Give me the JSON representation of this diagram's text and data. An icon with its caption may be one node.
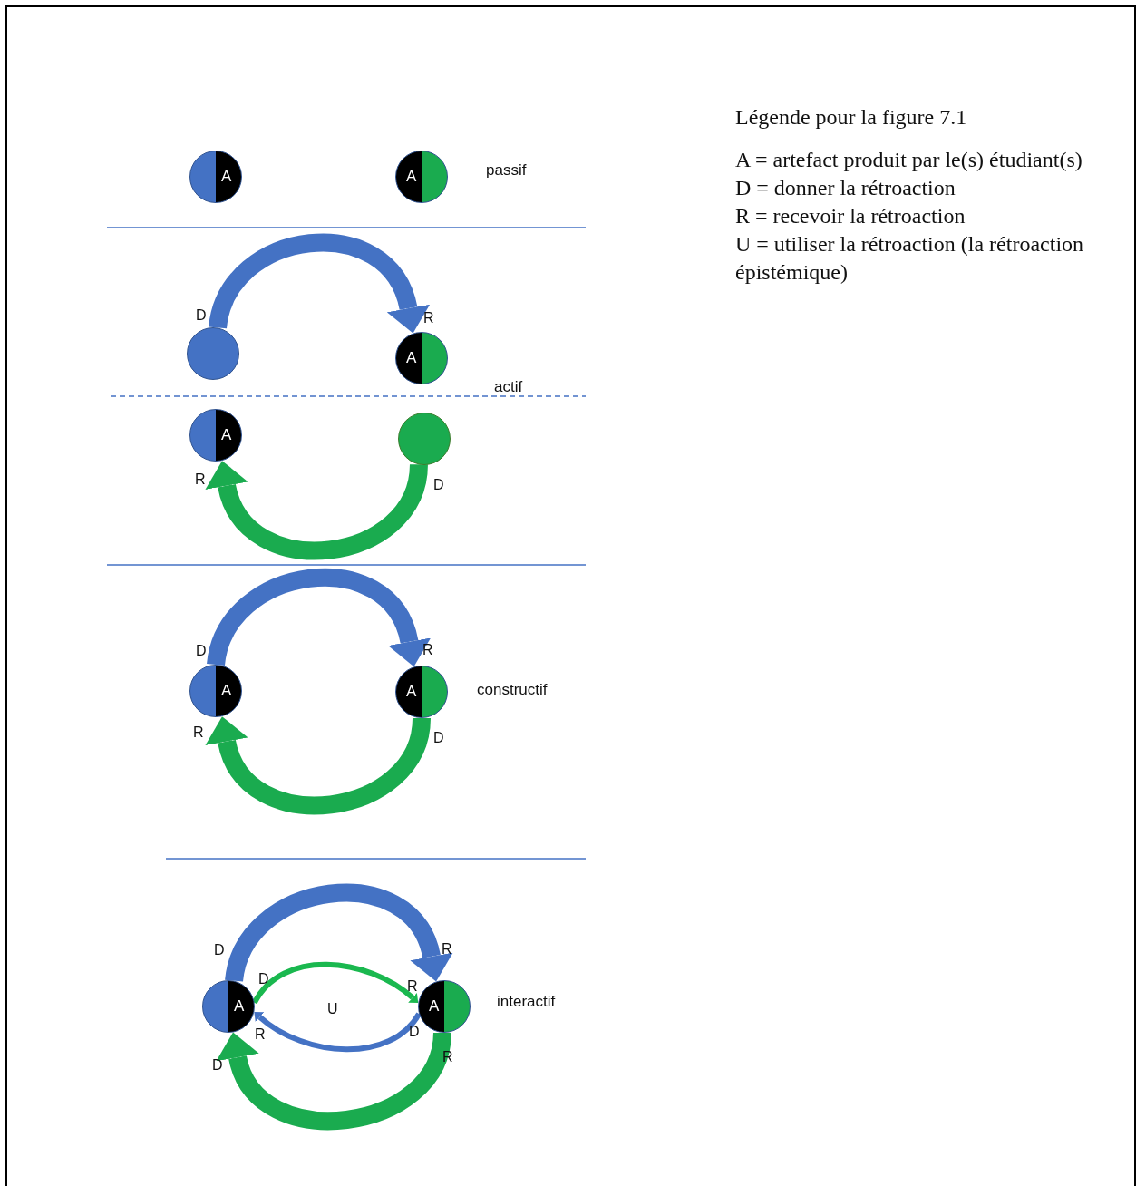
{
  "diagram": {
    "nodes": [
      {
        "text": [
          "A"
        ]
      },
      {
        "text": [
          "A"
        ]
      },
      {
        "text": [],
        "shape": "circle"
      },
      {
        "text": [
          "A"
        ]
      },
      {
        "text": [
          "A"
        ]
      },
      {
        "text": [],
        "shape": "circle"
      },
      {
        "text": [
          "A"
        ]
      },
      {
        "text": [
          "A"
        ]
      },
      {
        "text": [
          "A"
        ]
      },
      {
        "text": [
          "A"
        ]
      }
    ],
    "edges": [
      {
        "from": 2,
        "to": 3,
        "arrow": "to",
        "color": "#4472c4"
      },
      {
        "from": 5,
        "to": 4,
        "arrow": "to",
        "color": "#1aab4f"
      },
      {
        "from": 6,
        "to": 7,
        "arrow": "to",
        "color": "#4472c4"
      },
      {
        "from": 7,
        "to": 6,
        "arrow": "to",
        "color": "#1aab4f"
      },
      {
        "from": 8,
        "to": 9,
        "arrow": "to",
        "color": "#4472c4"
      },
      {
        "from": 8,
        "to": 9,
        "arrow": "to",
        "color": "#1ab84f"
      },
      {
        "from": 9,
        "to": 8,
        "arrow": "to",
        "color": "#4472c4"
      },
      {
        "from": 9,
        "to": 8,
        "arrow": "to",
        "color": "#1aab4f"
      }
    ],
    "labels": [
      "Légende pour la figure 7.1",
      "A = artefact produit par le(s) étudiant(s)",
      "D = donner la rétroaction",
      "R = recevoir la rétroaction",
      "U = utiliser la rétroaction (la rétroaction épistémique)",
      "passif",
      "D",
      "R",
      "actif",
      "R",
      "D",
      "D",
      "R",
      "constructif",
      "R",
      "D",
      "D",
      "R",
      "D",
      "R",
      "U",
      "interactif",
      "R",
      "D",
      "R",
      "D"
    ]
  }
}
